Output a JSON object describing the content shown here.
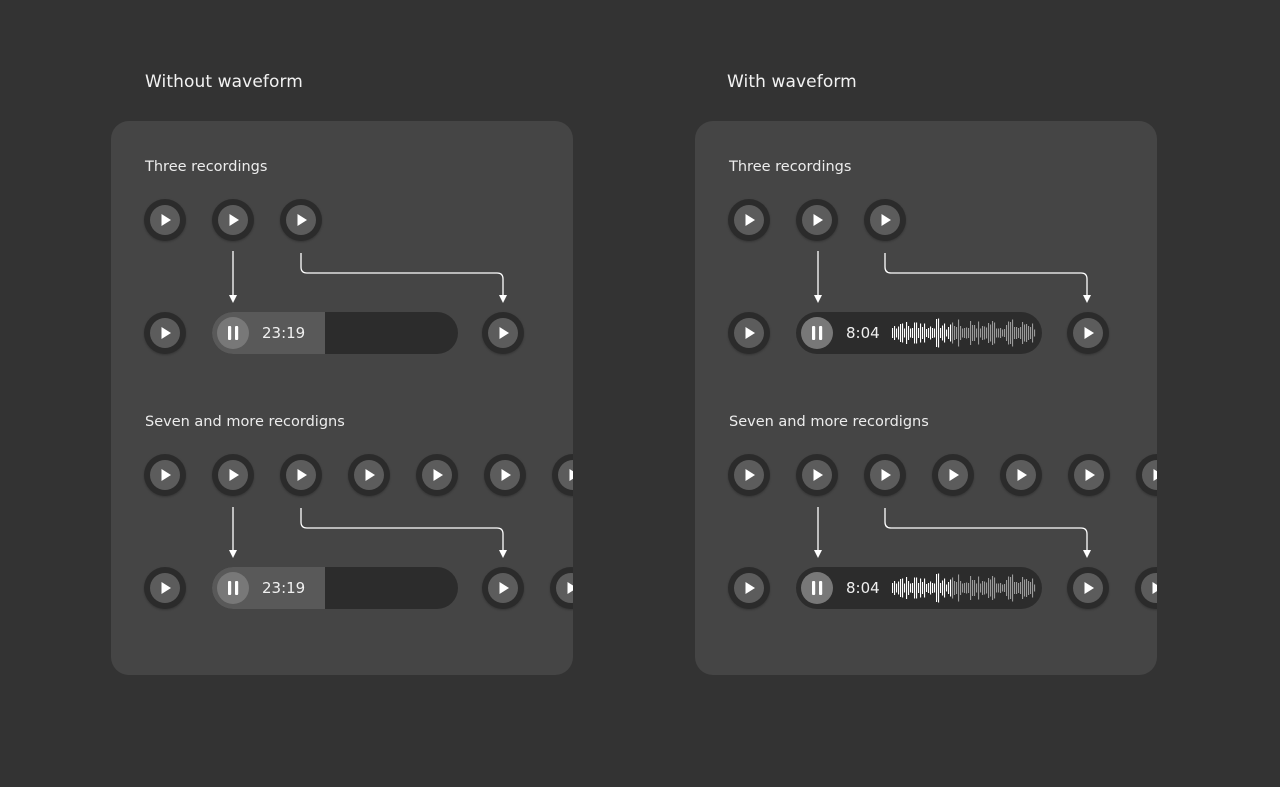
{
  "columns": [
    {
      "title": "Without waveform",
      "sections": [
        {
          "label": "Three recordings",
          "time": "23:19"
        },
        {
          "label": "Seven and more recordigns",
          "time": "23:19"
        }
      ]
    },
    {
      "title": "With waveform",
      "sections": [
        {
          "label": "Three recordings",
          "time": "8:04"
        },
        {
          "label": "Seven and more recordigns",
          "time": "8:04"
        }
      ]
    }
  ],
  "icons": {
    "play": "play-icon",
    "pause": "pause-icon"
  },
  "colors": {
    "background": "#333333",
    "panel": "#454545",
    "button_outer": "#2b2b2b",
    "button_inner": "#5c5c5c",
    "player_track": "#2c2c2c",
    "player_progress": "#595959",
    "connector": "#ffffff"
  }
}
